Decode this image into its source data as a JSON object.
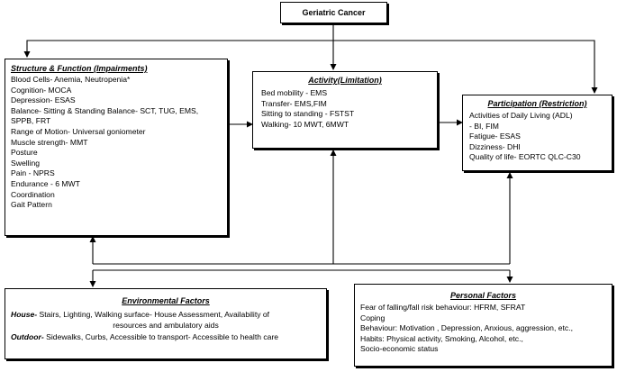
{
  "top": {
    "title": "Geriatric Cancer"
  },
  "structure": {
    "title": "Structure & Function (Impairments)",
    "lines": [
      "Blood Cells- Anemia, Neutropenia*",
      "Cognition-  MOCA",
      "Depression-   ESAS",
      "Balance- Sitting & Standing Balance- SCT, TUG, EMS,",
      "SPPB, FRT",
      "Range of Motion-  Universal goniometer",
      "Muscle strength- MMT",
      "Posture",
      "Swelling",
      "Pain - NPRS",
      "Endurance - 6 MWT",
      "Coordination",
      "Gait Pattern"
    ]
  },
  "activity": {
    "title": "Activity(Limitation)",
    "lines": [
      "Bed mobility - EMS",
      "Transfer- EMS,FIM",
      "Sitting to standing - FSTST",
      "Walking- 10 MWT, 6MWT"
    ]
  },
  "participation": {
    "title": "Participation (Restriction)",
    "lines": [
      "Activities of Daily Living (ADL)",
      "- BI, FIM",
      "Fatigue- ESAS",
      "Dizziness- DHI",
      "Quality of life- EORTC QLC-C30"
    ]
  },
  "environmental": {
    "title": "Environmental Factors",
    "house_label": "House-",
    "house_text": " Stairs, Lighting, Walking surface- House Assessment, Availability of",
    "house_text2": "resources and ambulatory aids",
    "outdoor_label": "Outdoor-",
    "outdoor_text": " Sidewalks, Curbs, Accessible to transport- Accessible to health care"
  },
  "personal": {
    "title": "Personal Factors",
    "lines": [
      "Fear of falling/fall risk behaviour: HFRM, SFRAT",
      "Coping",
      "Behaviour: Motivation  , Depression, Anxious, aggression, etc.,",
      "Habits: Physical activity, Smoking, Alcohol, etc.,",
      "Socio-economic status"
    ]
  }
}
